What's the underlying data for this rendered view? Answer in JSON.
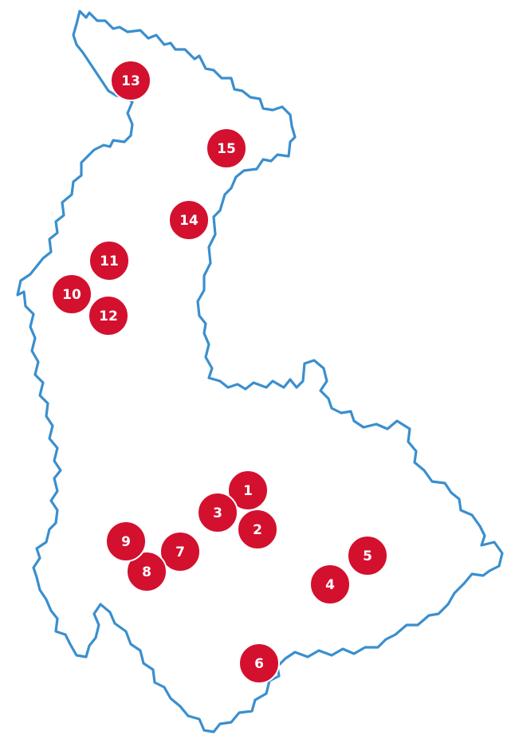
{
  "map": {
    "border_color": "#3a8fce",
    "marker_color": "#d4102f",
    "marker_text_color": "#ffffff",
    "markers": [
      {
        "id": "1",
        "label": "1"
      },
      {
        "id": "2",
        "label": "2"
      },
      {
        "id": "3",
        "label": "3"
      },
      {
        "id": "4",
        "label": "4"
      },
      {
        "id": "5",
        "label": "5"
      },
      {
        "id": "6",
        "label": "6"
      },
      {
        "id": "7",
        "label": "7"
      },
      {
        "id": "8",
        "label": "8"
      },
      {
        "id": "9",
        "label": "9"
      },
      {
        "id": "10",
        "label": "10"
      },
      {
        "id": "11",
        "label": "11"
      },
      {
        "id": "12",
        "label": "12"
      },
      {
        "id": "13",
        "label": "13"
      },
      {
        "id": "14",
        "label": "14"
      },
      {
        "id": "15",
        "label": "15"
      }
    ]
  }
}
